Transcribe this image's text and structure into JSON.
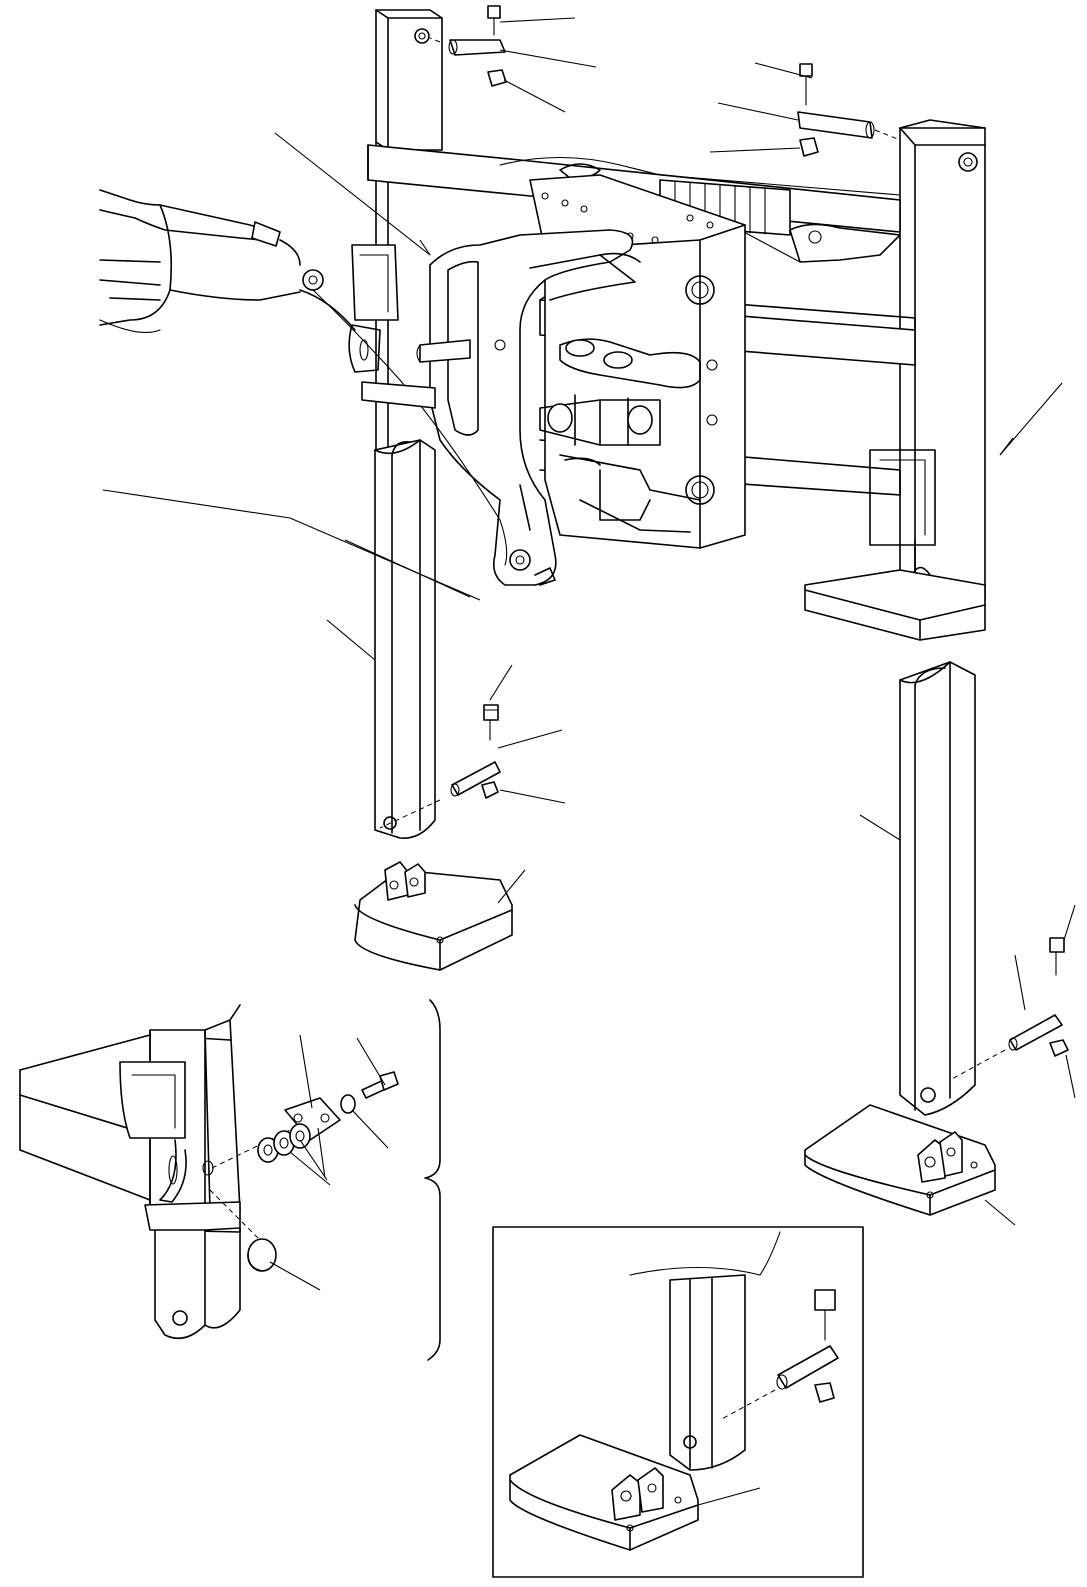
{
  "figure": {
    "type": "exploded-parts-diagram",
    "labels_printed": false,
    "callout_count": 22,
    "inset_present": true
  },
  "parts": [
    {
      "id": "left-upper-post",
      "icon": "rectangular-tube"
    },
    {
      "id": "right-upper-post",
      "icon": "rectangular-tube"
    },
    {
      "id": "crossbeam-frame",
      "icon": "frame"
    },
    {
      "id": "tilt-bracket-assembly",
      "icon": "bracket"
    },
    {
      "id": "left-lower-leg",
      "icon": "channel-leg"
    },
    {
      "id": "right-lower-leg",
      "icon": "channel-leg"
    },
    {
      "id": "left-foot-pad",
      "icon": "foot-pad"
    },
    {
      "id": "right-foot-pad",
      "icon": "foot-pad"
    },
    {
      "id": "pivot-pins",
      "icon": "pin"
    },
    {
      "id": "bolts",
      "icon": "bolt"
    },
    {
      "id": "nuts",
      "icon": "nut"
    },
    {
      "id": "detail-clamp-washers",
      "icon": "washer-stack"
    },
    {
      "id": "detail-end-cap",
      "icon": "plug"
    }
  ]
}
